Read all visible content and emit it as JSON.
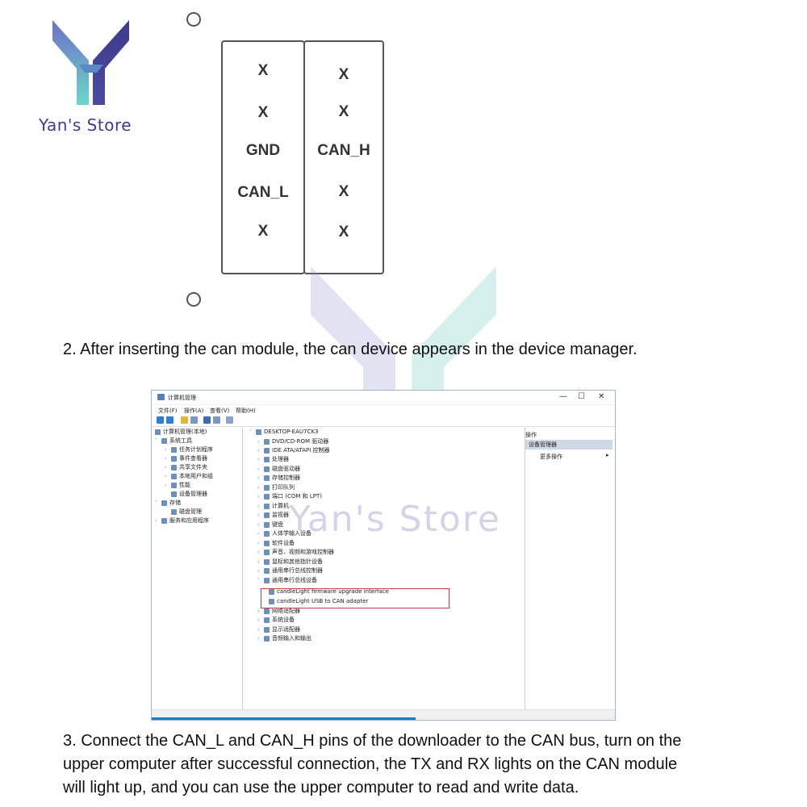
{
  "brand": {
    "name": "Yan's Store"
  },
  "watermark": {
    "text": "Yan's Store"
  },
  "pin_diagram": {
    "left_column": [
      "X",
      "X",
      "GND",
      "CAN_L",
      "X"
    ],
    "right_column": [
      "X",
      "X",
      "CAN_H",
      "X",
      "X"
    ]
  },
  "step2": "2. After inserting the can module, the can device appears in the device manager.",
  "step3": {
    "lines": [
      "3. Connect the CAN_L and CAN_H pins of the downloader to the CAN bus, turn on the",
      "upper computer after successful connection, the TX and RX lights on the CAN module",
      "will light up, and you can use the upper computer to read and write data."
    ]
  },
  "window": {
    "title": "计算机管理",
    "controls": {
      "minimize": "—",
      "maximize": "☐",
      "close": "✕"
    },
    "menu": [
      "文件(F)",
      "操作(A)",
      "查看(V)",
      "帮助(H)"
    ],
    "left_tree": [
      {
        "label": "计算机管理(本地)",
        "level": 0,
        "arrow": ""
      },
      {
        "label": "系统工具",
        "level": 1,
        "arrow": "˅"
      },
      {
        "label": "任务计划程序",
        "level": 2,
        "arrow": "›"
      },
      {
        "label": "事件查看器",
        "level": 2,
        "arrow": "›"
      },
      {
        "label": "共享文件夹",
        "level": 2,
        "arrow": "›"
      },
      {
        "label": "本地用户和组",
        "level": 2,
        "arrow": "›"
      },
      {
        "label": "性能",
        "level": 2,
        "arrow": "›"
      },
      {
        "label": "设备管理器",
        "level": 2,
        "arrow": ""
      },
      {
        "label": "存储",
        "level": 1,
        "arrow": "˅"
      },
      {
        "label": "磁盘管理",
        "level": 2,
        "arrow": ""
      },
      {
        "label": "服务和应用程序",
        "level": 1,
        "arrow": "›"
      }
    ],
    "device_tree": {
      "root": "DESKTOP-EAU7CK3",
      "items": [
        "DVD/CD-ROM 驱动器",
        "IDE ATA/ATAPI 控制器",
        "处理器",
        "磁盘驱动器",
        "存储控制器",
        "打印队列",
        "端口 (COM 和 LPT)",
        "计算机",
        "监视器",
        "键盘",
        "人体学输入设备",
        "软件设备",
        "声音、视频和游戏控制器",
        "鼠标和其他指针设备",
        "通用串行总线控制器",
        "通用串行总线设备"
      ],
      "usb_children": [
        "candleLight firmware upgrade interface",
        "candleLight USB to CAN adapter"
      ],
      "items_after": [
        "网络适配器",
        "系统设备",
        "显示适配器",
        "音频输入和输出"
      ]
    },
    "actions": {
      "header": "操作",
      "selected": "设备管理器",
      "more": "更多操作",
      "more_arrow": "▸"
    }
  },
  "colors": {
    "logo_left": "#3e3c8e",
    "logo_right": "#5fc2c0",
    "text": "#111111",
    "highlight": "#d23b3b",
    "selection": "#cfd9e6",
    "progress": "#1f78c8"
  }
}
